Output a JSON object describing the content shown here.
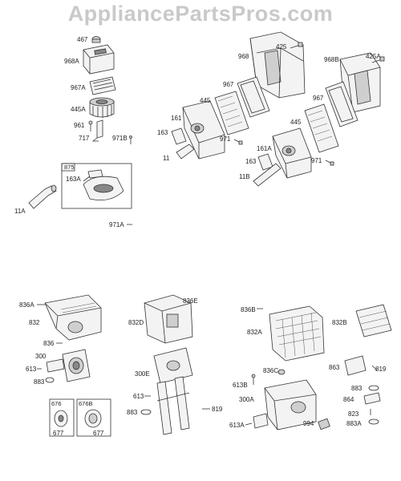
{
  "watermark": "AppliancePartsPros.com",
  "labels": {
    "l467": "467",
    "l968A": "968A",
    "l967A": "967A",
    "l445A": "445A",
    "l961": "961",
    "l717": "717",
    "l971B": "971B",
    "l875": "875",
    "l163A": "163A",
    "l11A": "11A",
    "l971A": "971A",
    "l968": "968",
    "l425": "425",
    "l967": "967",
    "l445": "445",
    "l161": "161",
    "l163": "163",
    "l11": "11",
    "l971": "971",
    "l968B": "968B",
    "l425A": "425A",
    "l967b": "967",
    "l445b": "445",
    "l161A": "161A",
    "l163b": "163",
    "l11B": "11B",
    "l971b": "971",
    "l836A": "836A",
    "l832": "832",
    "l836": "836",
    "l300": "300",
    "l613": "613",
    "l883": "883",
    "l676": "676",
    "l676B": "676B",
    "l677": "677",
    "l677b": "677",
    "l836E": "836E",
    "l832D": "832D",
    "l300E": "300E",
    "l613b": "613",
    "l883b": "883",
    "l819": "819",
    "l836B": "836B",
    "l832A": "832A",
    "l832B": "832B",
    "l836C": "836C",
    "l613B": "613B",
    "l300A": "300A",
    "l613A": "613A",
    "l994": "994",
    "l863": "863",
    "l819b": "819",
    "l883c": "883",
    "l864": "864",
    "l823": "823",
    "l883A": "883A"
  }
}
